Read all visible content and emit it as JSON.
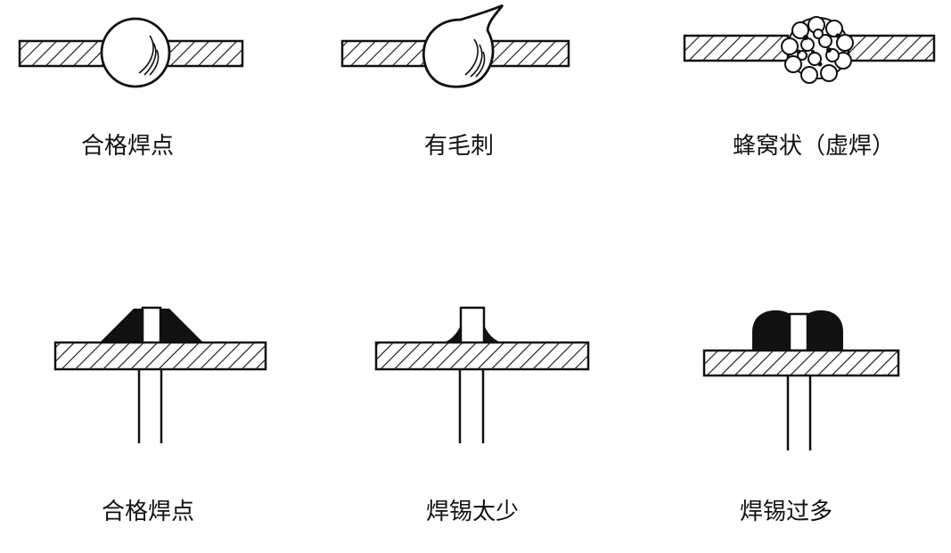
{
  "top_row": [
    {
      "caption": "合格焊点"
    },
    {
      "caption": "有毛刺"
    },
    {
      "caption": "蜂窝状（虚焊）"
    }
  ],
  "bottom_row": [
    {
      "caption": "合格焊点"
    },
    {
      "caption": "焊锡太少"
    },
    {
      "caption": "焊锡过多"
    }
  ],
  "colors": {
    "line": "#111111",
    "solder": "#111111",
    "background": "#ffffff"
  }
}
